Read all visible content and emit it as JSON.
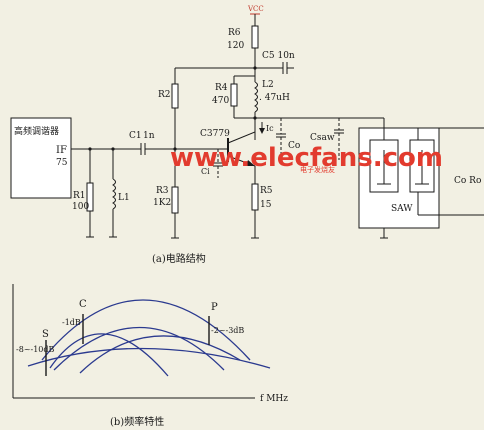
{
  "circuit": {
    "vcc": "VCC",
    "tuner_label": "高频调谐器",
    "if_label": "IF",
    "if_value": "75",
    "r1_name": "R1",
    "r1_value": "100",
    "l1_name": "L1",
    "c1_name": "C1",
    "c1_value": "1n",
    "r2_name": "R2",
    "r3_name": "R3",
    "r3_value": "1K2",
    "r4_name": "R4",
    "r4_value": "470",
    "r5_name": "R5",
    "r5_value": "15",
    "r6_name": "R6",
    "r6_value": "120",
    "c5_label": "C5 10n",
    "l2_name": "L2",
    "l2_value": ". 47uH",
    "transistor": "C3779",
    "ic_label": "Ic",
    "co_label": "Co",
    "csaw_label": "Csaw",
    "ci_label": "Ci",
    "saw_label": "SAW",
    "load_label": "Co Ro",
    "caption": "(a)电路结构"
  },
  "response": {
    "s_label": "S",
    "s_value": "-8~-10dB",
    "c_label": "C",
    "c_value": "-1dB",
    "p_label": "P",
    "p_value": "-2~-3dB",
    "axis_label": "f  MHz",
    "caption": "(b)频率特性"
  },
  "watermark": {
    "text": "www.elecfans.com",
    "sub": "电子发烧友"
  },
  "colors": {
    "background": "#f2f0e3",
    "watermark": "#e23b2e",
    "curves": "#2b3a8f",
    "vcc": "#c0392b"
  }
}
